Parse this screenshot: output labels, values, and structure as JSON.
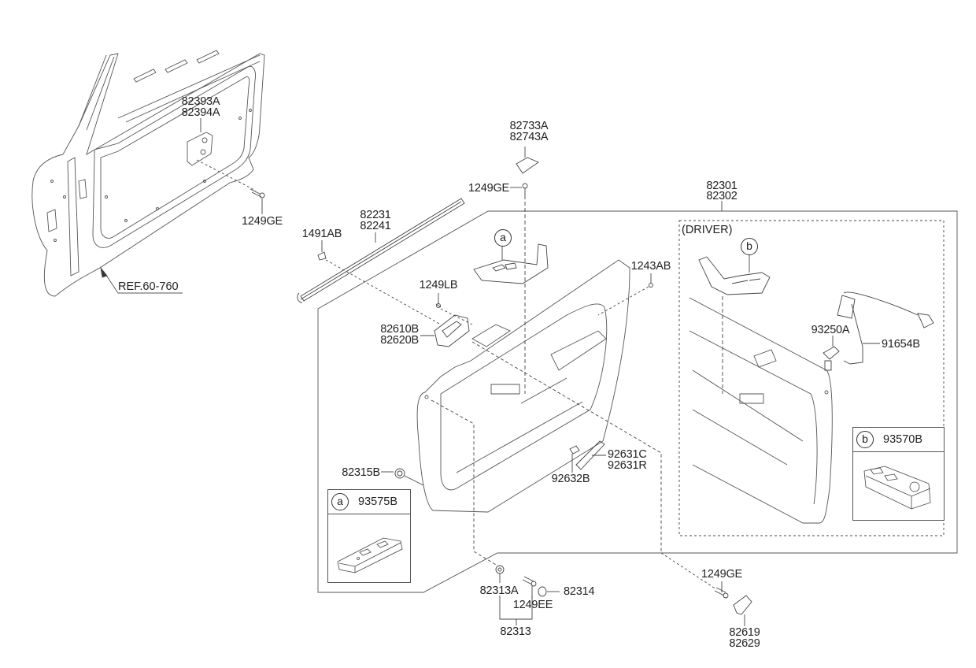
{
  "diagram": {
    "title": "Front Door Trim Parts Diagram",
    "reference": "REF.60-760",
    "assembly_label": [
      "82301",
      "82302"
    ],
    "driver_label": "(DRIVER)",
    "callouts": {
      "a": "a",
      "b": "b"
    },
    "insets": {
      "a": {
        "marker": "a",
        "part": "93575B"
      },
      "b": {
        "marker": "b",
        "part": "93570B"
      }
    },
    "labels": {
      "l82393A": "82393A",
      "l82394A": "82394A",
      "l1249GE_door": "1249GE",
      "l82733A": "82733A",
      "l82743A": "82743A",
      "l1249GE_top": "1249GE",
      "l82231": "82231",
      "l82241": "82241",
      "l1491AB": "1491AB",
      "l1249LB": "1249LB",
      "l82610B": "82610B",
      "l82620B": "82620B",
      "l1243AB": "1243AB",
      "l93250A": "93250A",
      "l91654B": "91654B",
      "l82315B": "82315B",
      "l92631C": "92631C",
      "l92631R": "92631R",
      "l92632B": "92632B",
      "l82313A": "82313A",
      "l1249EE": "1249EE",
      "l82314": "82314",
      "l82313": "82313",
      "l1249GE_bottom": "1249GE",
      "l82619": "82619",
      "l82629": "82629"
    }
  }
}
